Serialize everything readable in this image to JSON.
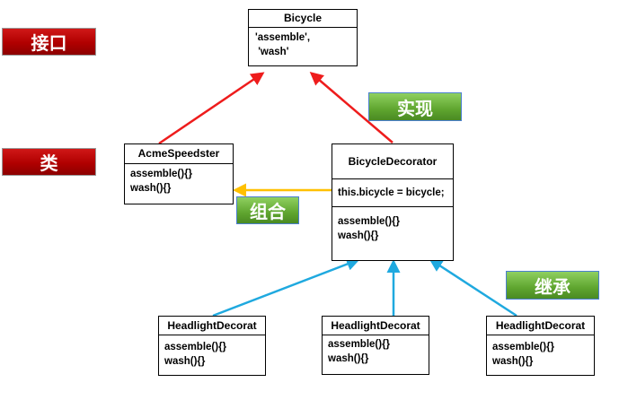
{
  "labels": {
    "interface": "接口",
    "class": "类",
    "implement": "实现",
    "composition": "组合",
    "inherit": "继承"
  },
  "boxes": {
    "bicycle": {
      "title": "Bicycle",
      "body": "'assemble',\n 'wash'"
    },
    "acme": {
      "title": "AcmeSpeedster",
      "body": "assemble(){}\nwash(){}"
    },
    "decorator": {
      "title": "BicycleDecorator",
      "field": "this.bicycle = bicycle;",
      "methods": "assemble(){}\nwash(){}"
    },
    "headlight1": {
      "title": "HeadlightDecorat",
      "body": "assemble(){}\nwash(){}"
    },
    "headlight2": {
      "title": "HeadlightDecorat",
      "body": "assemble(){}\nwash(){}"
    },
    "headlight3": {
      "title": "HeadlightDecorat",
      "body": "assemble(){}\nwash(){}"
    }
  },
  "colors": {
    "implement_arrow": "#ee1c1c",
    "composition_arrow": "#ffc000",
    "inherit_arrow": "#1fa9df",
    "label_red": "#b00000",
    "label_green": "#5fa52f"
  }
}
